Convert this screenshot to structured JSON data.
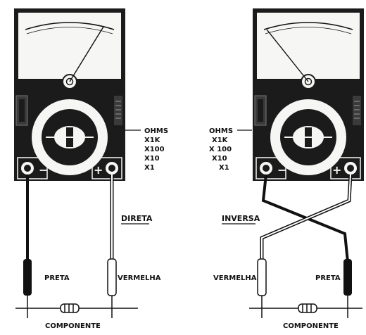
{
  "colors": {
    "meter_body": "#1b1b1b",
    "meter_face": "#f6f6f4",
    "ink": "#111111",
    "paper": "#ffffff"
  },
  "left_meter": {
    "range_labels": [
      "OHMS",
      "X1K",
      "X100",
      "X10",
      "X1"
    ],
    "mode_label": "DIRETA",
    "black_probe_label": "PRETA",
    "red_probe_label": "VERMELHA",
    "component_label": "COMPONENTE"
  },
  "right_meter": {
    "range_labels": [
      "OHMS",
      "X1K",
      "X 100",
      "X10",
      "X1"
    ],
    "mode_label": "INVERSA",
    "red_probe_label": "VERMELHA",
    "black_probe_label": "PRETA",
    "component_label": "COMPONENTE"
  },
  "jack_symbols": {
    "minus": "−",
    "plus": "+"
  },
  "icons": [
    "analog-meter-icon",
    "rotary-selector-icon",
    "resistor-icon",
    "test-probe-icon"
  ]
}
